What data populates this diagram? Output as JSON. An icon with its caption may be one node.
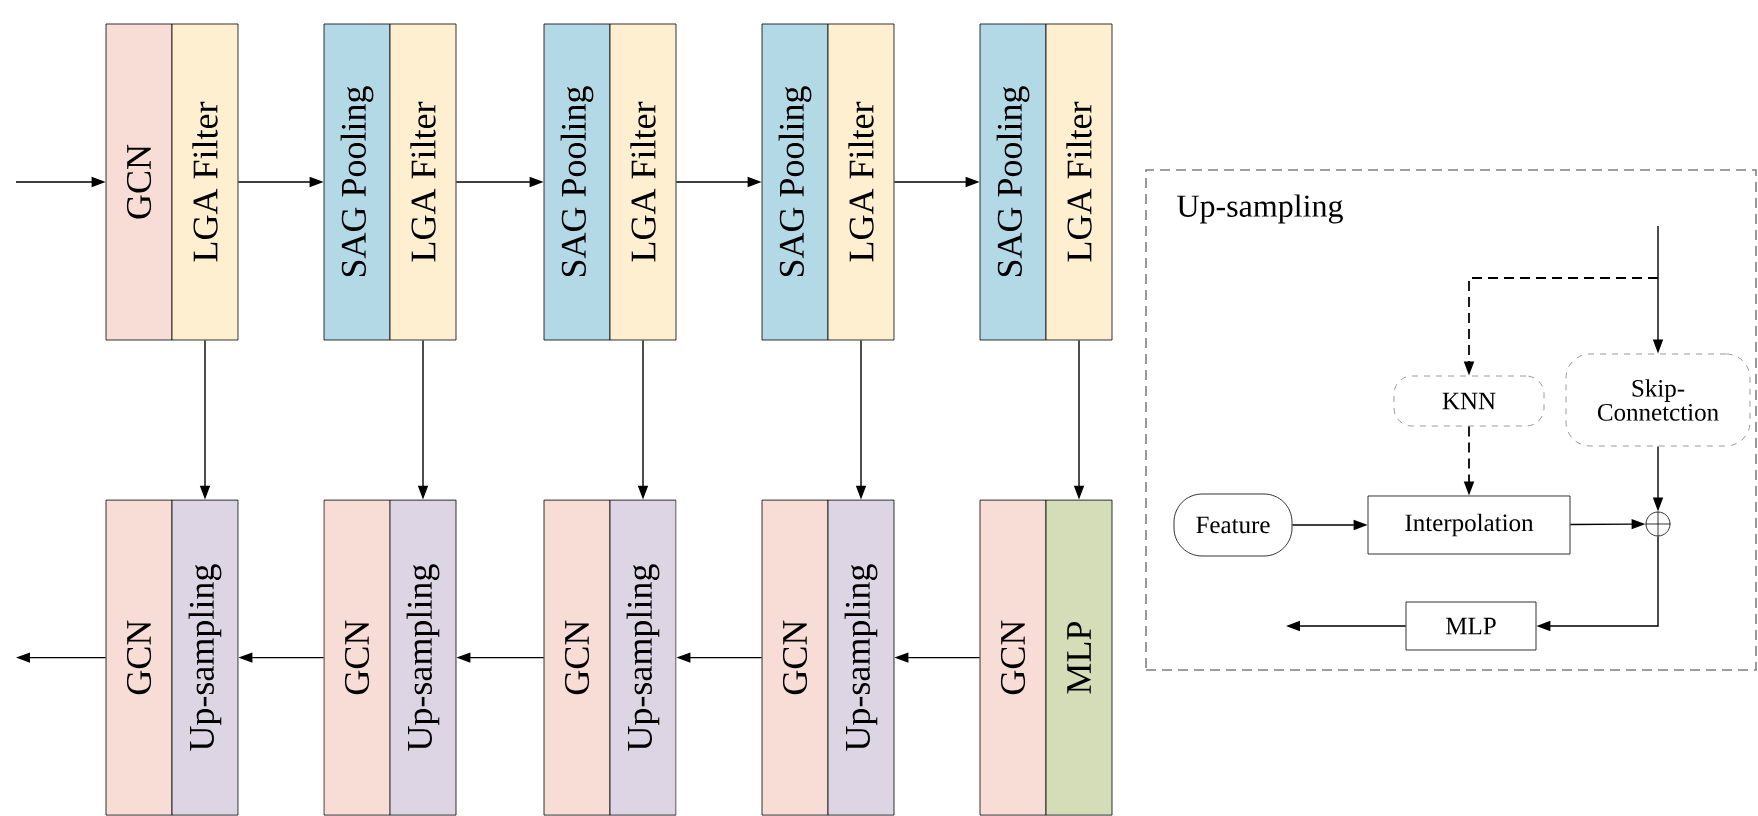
{
  "diagram": {
    "nodes": [
      {
        "text": [
          "GCN"
        ]
      },
      {
        "text": [
          "LGA Filter"
        ]
      },
      {
        "text": [
          "SAG Pooling"
        ]
      },
      {
        "text": [
          "LGA Filter"
        ]
      },
      {
        "text": [
          "SAG Pooling"
        ]
      },
      {
        "text": [
          "LGA Filter"
        ]
      },
      {
        "text": [
          "SAG Pooling"
        ]
      },
      {
        "text": [
          "LGA Filter"
        ]
      },
      {
        "text": [
          "SAG Pooling"
        ]
      },
      {
        "text": [
          "LGA Filter"
        ]
      },
      {
        "text": [
          "GCN"
        ]
      },
      {
        "text": [
          "Up-sampling"
        ]
      },
      {
        "text": [
          "GCN"
        ]
      },
      {
        "text": [
          "Up-sampling"
        ]
      },
      {
        "text": [
          "GCN"
        ]
      },
      {
        "text": [
          "Up-sampling"
        ]
      },
      {
        "text": [
          "GCN"
        ]
      },
      {
        "text": [
          "Up-sampling"
        ]
      },
      {
        "text": [
          "GCN"
        ]
      },
      {
        "text": [
          "MLP"
        ]
      },
      {
        "text": [
          "Up-sampling"
        ]
      },
      {
        "text": [
          "KNN"
        ],
        "in": 20
      },
      {
        "text": [
          "Skip- Connetction"
        ],
        "in": 20
      },
      {
        "text": [
          "Feature"
        ],
        "in": 20
      },
      {
        "text": [
          "Interpolation"
        ],
        "in": 20
      },
      {
        "text": [],
        "shape": "circle",
        "in": 20
      },
      {
        "text": [
          "MLP"
        ],
        "in": 20
      }
    ],
    "edges": [
      {
        "from": null,
        "to": 0,
        "arrow": "to"
      },
      {
        "from": 1,
        "to": 2,
        "arrow": "to"
      },
      {
        "from": 3,
        "to": 4,
        "arrow": "to"
      },
      {
        "from": 5,
        "to": 6,
        "arrow": "to"
      },
      {
        "from": 7,
        "to": 8,
        "arrow": "to"
      },
      {
        "from": 1,
        "to": 11,
        "arrow": "to"
      },
      {
        "from": 3,
        "to": 13,
        "arrow": "to"
      },
      {
        "from": 5,
        "to": 15,
        "arrow": "to"
      },
      {
        "from": 7,
        "to": 17,
        "arrow": "to"
      },
      {
        "from": 9,
        "to": 19,
        "arrow": "to"
      },
      {
        "from": 18,
        "to": 17,
        "arrow": "to"
      },
      {
        "from": 16,
        "to": 15,
        "arrow": "to"
      },
      {
        "from": 14,
        "to": 13,
        "arrow": "to"
      },
      {
        "from": 12,
        "to": 11,
        "arrow": "to"
      },
      {
        "from": 10,
        "to": null,
        "arrow": "to"
      },
      {
        "from": null,
        "to": 22,
        "arrow": "to"
      },
      {
        "from": null,
        "to": 21,
        "arrow": "to",
        "style": "dashed"
      },
      {
        "from": 21,
        "to": 24,
        "arrow": "to",
        "style": "dashed"
      },
      {
        "from": 23,
        "to": 24,
        "arrow": "to"
      },
      {
        "from": 24,
        "to": 25,
        "arrow": "to"
      },
      {
        "from": 22,
        "to": 25,
        "arrow": "to"
      },
      {
        "from": 25,
        "to": 26,
        "arrow": "to"
      },
      {
        "from": 26,
        "to": null,
        "arrow": "to"
      }
    ]
  }
}
